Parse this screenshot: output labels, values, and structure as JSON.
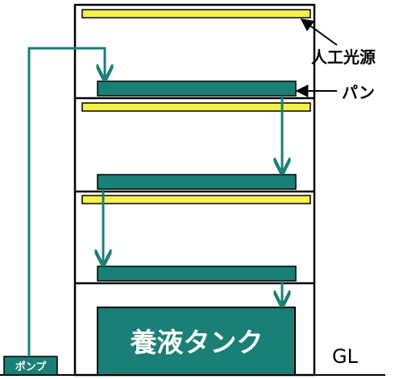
{
  "labels": {
    "light_source": "人工光源",
    "pan": "パン",
    "tank": "養液タンク",
    "ground_level": "GL",
    "pump": "ポンプ"
  },
  "colors": {
    "teal": "#1a7f74",
    "yellow": "#f5f04a",
    "outline": "#000000",
    "background": "#ffffff"
  }
}
